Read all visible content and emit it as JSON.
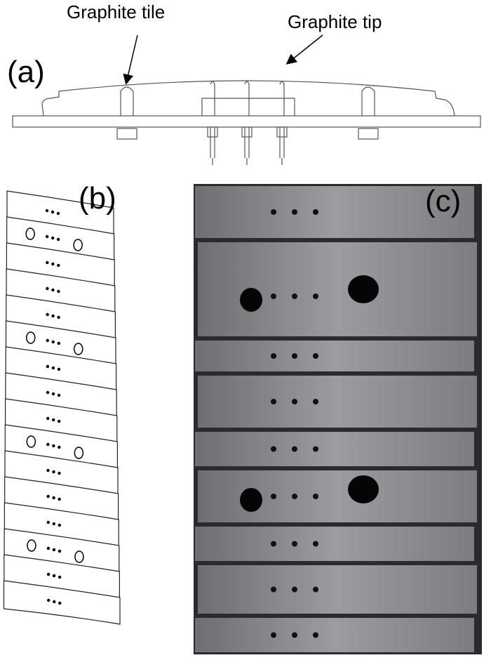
{
  "panel_a": {
    "label": "(a)",
    "callout_tile": "Graphite tile",
    "callout_tip": "Graphite tip"
  },
  "panel_b": {
    "label": "(b)"
  },
  "panel_c": {
    "label": "(c)"
  }
}
